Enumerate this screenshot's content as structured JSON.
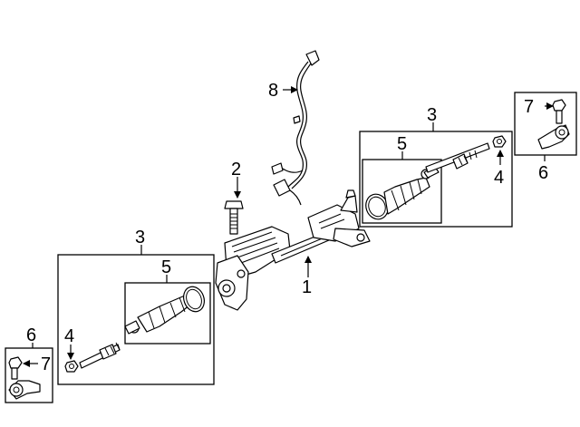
{
  "callouts": {
    "c1": "1",
    "c2": "2",
    "c3_left": "3",
    "c3_right": "3",
    "c4_left": "4",
    "c4_right": "4",
    "c5_left": "5",
    "c5_right": "5",
    "c6_left": "6",
    "c6_right": "6",
    "c7_left": "7",
    "c7_right": "7",
    "c8": "8"
  },
  "colors": {
    "line": "#000000",
    "background": "#ffffff"
  }
}
